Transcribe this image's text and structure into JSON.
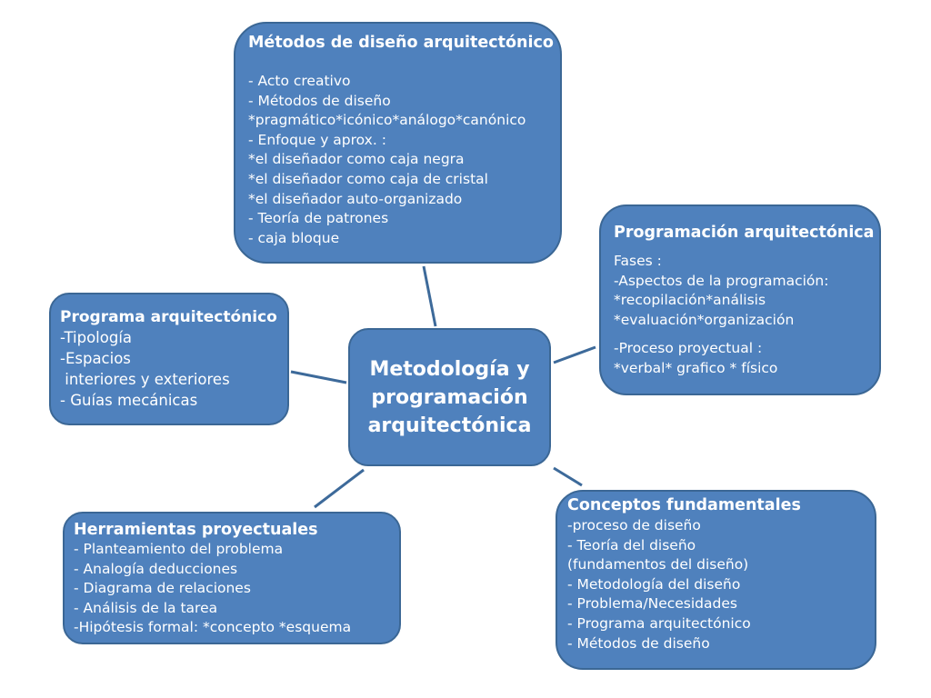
{
  "colors": {
    "node_fill": "#4f81bd",
    "node_border": "#3b6795",
    "connector": "#3d6a9a",
    "text": "#ffffff",
    "background": "#ffffff"
  },
  "center": {
    "text": "Metodología y\nprogramación\narquitectónica"
  },
  "methods": {
    "title": "Métodos de diseño arquitectónico",
    "items": [
      "- Acto creativo",
      "- Métodos de diseño",
      "*pragmático*icónico*análogo*canónico",
      "- Enfoque y aprox. :",
      "*el diseñador como caja negra",
      "*el diseñador como caja de cristal",
      "*el diseñador auto-organizado",
      "- Teoría de patrones",
      "- caja bloque"
    ]
  },
  "programming": {
    "title": "Programación arquitectónica",
    "items": [
      "Fases :",
      "-Aspectos de la programación:",
      "*recopilación*análisis",
      "*evaluación*organización",
      "-Proceso proyectual :",
      "*verbal* grafico * físico"
    ]
  },
  "program": {
    "title": "Programa arquitectónico",
    "items": [
      "-Tipología",
      "-Espacios",
      " interiores y exteriores",
      "- Guías mecánicas"
    ]
  },
  "tools": {
    "title": "Herramientas proyectuales",
    "items": [
      "- Planteamiento del problema",
      "- Analogía deducciones",
      "- Diagrama de relaciones",
      "- Análisis de la tarea",
      "-Hipótesis formal: *concepto *esquema"
    ]
  },
  "concepts": {
    "title": "Conceptos fundamentales",
    "items": [
      "-proceso de diseño",
      "- Teoría del diseño",
      "(fundamentos del diseño)",
      "- Metodología del diseño",
      "- Problema/Necesidades",
      "- Programa arquitectónico",
      "- Métodos de diseño"
    ]
  }
}
